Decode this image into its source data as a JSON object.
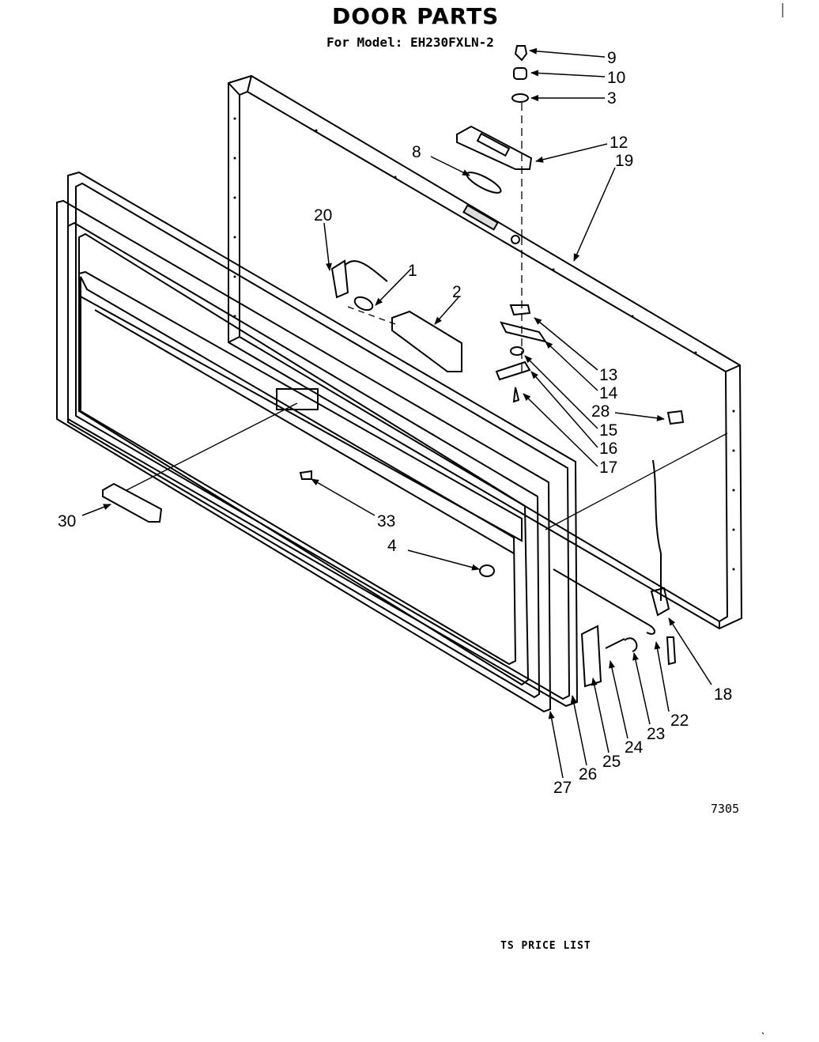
{
  "header": {
    "title": "DOOR PARTS",
    "subtitle": "For Model: EH230FXLN-2"
  },
  "diagram_code": "7305",
  "footer_text": "TS PRICE LIST",
  "callouts": [
    "9",
    "10",
    "3",
    "12",
    "8",
    "19",
    "20",
    "1",
    "2",
    "13",
    "14",
    "28",
    "15",
    "16",
    "17",
    "30",
    "33",
    "4",
    "18",
    "22",
    "23",
    "24",
    "25",
    "26",
    "27"
  ]
}
